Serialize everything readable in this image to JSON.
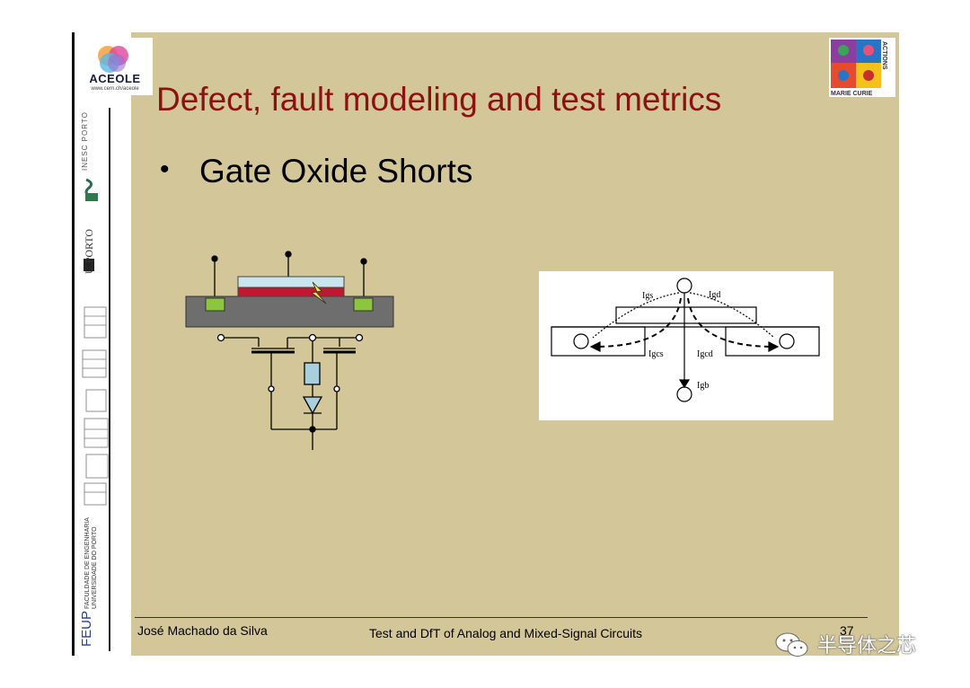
{
  "sidebar": {
    "logo_name": "ACEOLE",
    "logo_url": "www.cern.ch/aceole",
    "inesc_label": "INESC PORTO",
    "uporto_label": "U.PORTO",
    "feup_label": "FEUP",
    "feup_sub_line1": "FACULDADE DE ENGENHARIA",
    "feup_sub_line2": "UNIVERSIDADE DO PORTO"
  },
  "header": {
    "title": "Defect, fault modeling and test metrics",
    "mc_logo_line1": "MARIE CURIE",
    "mc_logo_line2": "ACTIONS"
  },
  "content": {
    "bullet_marker": "•",
    "bullet_text": "Gate Oxide Shorts"
  },
  "diagram": {
    "labels": {
      "igs": "Igs",
      "igd": "Igd",
      "igcs": "Igcs",
      "igcd": "Igcd",
      "igb": "Igb"
    }
  },
  "footer": {
    "author": "José Machado da Silva",
    "course": "Test and DfT of Analog and Mixed-Signal Circuits",
    "page": "37"
  },
  "watermark": {
    "text": "半导体之芯"
  },
  "colors": {
    "slide_bg": "#d3c698",
    "title": "#8b1212",
    "gate_red": "#c01830",
    "gate_top": "#c9e6ee",
    "contact_green": "#8cc63f",
    "substrate": "#6e6e6e"
  }
}
